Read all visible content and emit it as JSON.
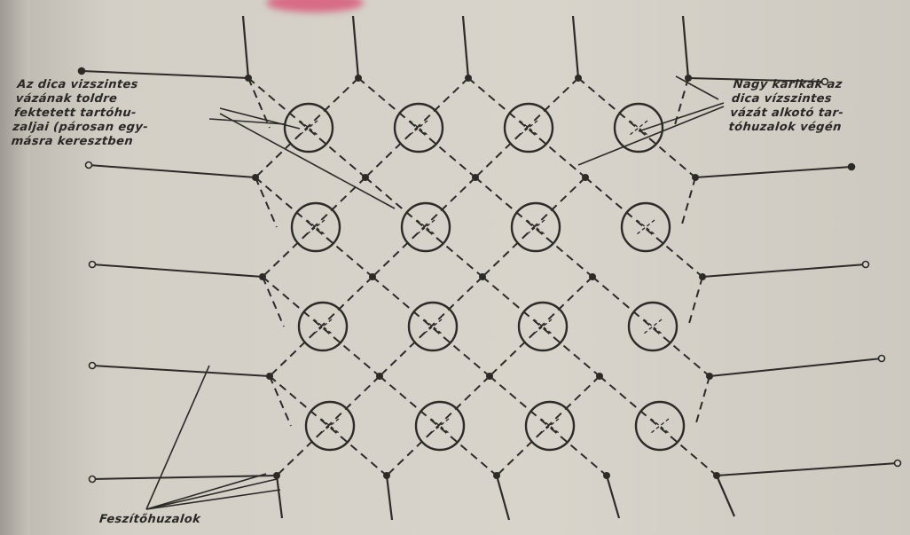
{
  "annotations": {
    "left_text": "Az dica vizszintes\nvázának toldre\nfektetett tartóhu-\nzaljai (párosan egy-\nmásra keresztben",
    "right_text": "Nagy karikák az\ndica vízszintes\nvázát alkotó tar-\ntóhuzalok végén",
    "bottom_text": "Feszítőhuzalok"
  }
}
